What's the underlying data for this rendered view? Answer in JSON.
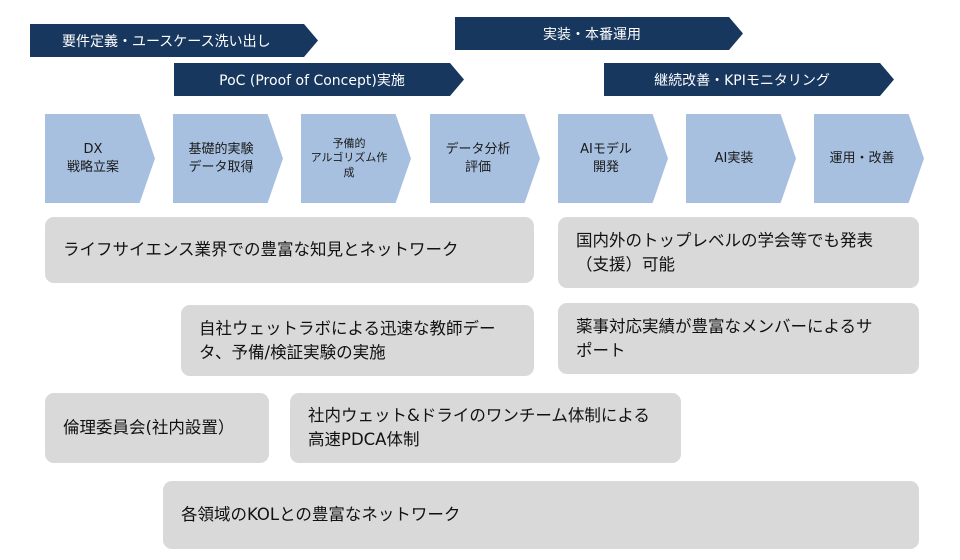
{
  "phases": {
    "requirements": "要件定義・ユースケース洗い出し",
    "implementation": "実装・本番運用",
    "poc": "PoC (Proof of Concept)実施",
    "improvement": "継続改善・KPIモニタリング"
  },
  "steps": [
    "DX\n戦略立案",
    "基礎的実験\nデータ取得",
    "予備的\nアルゴリズム作\n成",
    "データ分析\n評価",
    "AIモデル\n開発",
    "AI実装",
    "運用・改善"
  ],
  "strengths": {
    "life_science": "ライフサイエンス業界での豊富な知見とネットワーク",
    "academic": "国内外のトップレベルの学会等でも発表\n（支援）可能",
    "wet_lab": "自社ウェットラボによる迅速な教師デー\nタ、予備/検証実験の実施",
    "regulatory": "薬事対応実績が豊富なメンバーによるサ\nポート",
    "ethics": "倫理委員会(社内設置）",
    "one_team": "社内ウェット&ドライのワンチーム体制による\n高速PDCA体制",
    "kol": "各領域のKOLとの豊富なネットワーク"
  },
  "colors": {
    "phase": "#17375e",
    "step": "#a7c0e0",
    "box": "#d9d9d9"
  }
}
